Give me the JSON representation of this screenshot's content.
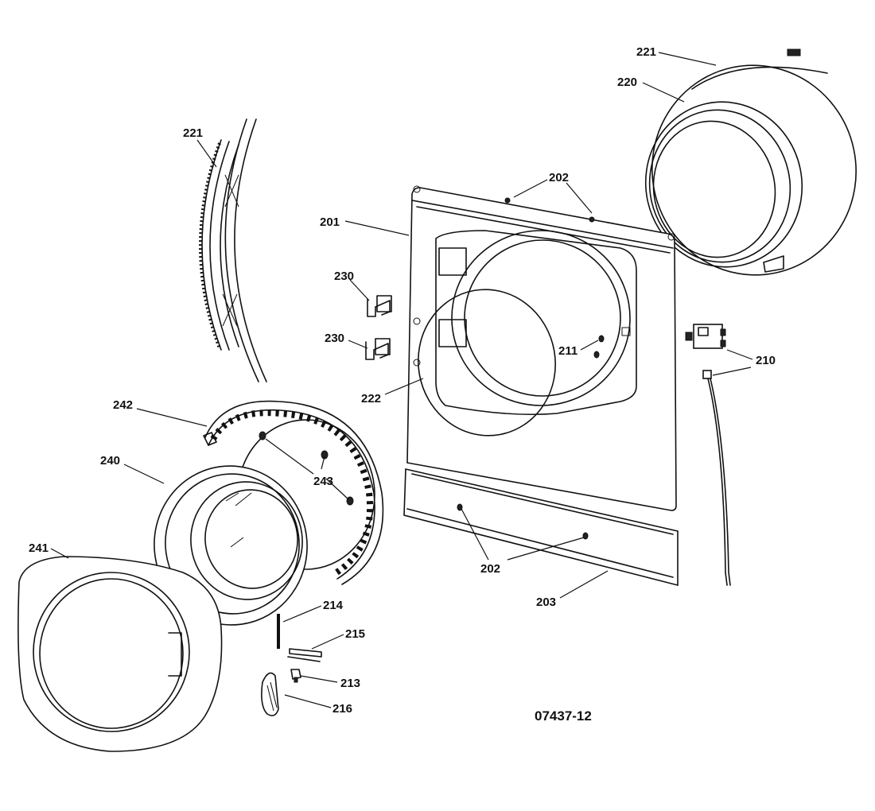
{
  "figure_id": "07437-12",
  "callouts": {
    "c221a": "221",
    "c221b": "221",
    "c220": "220",
    "c202a": "202",
    "c202b": "202",
    "c201": "201",
    "c230a": "230",
    "c230b": "230",
    "c211": "211",
    "c210": "210",
    "c222": "222",
    "c242": "242",
    "c240": "240",
    "c243": "243",
    "c241": "241",
    "c203": "203",
    "c214": "214",
    "c215": "215",
    "c213": "213",
    "c216": "216"
  }
}
